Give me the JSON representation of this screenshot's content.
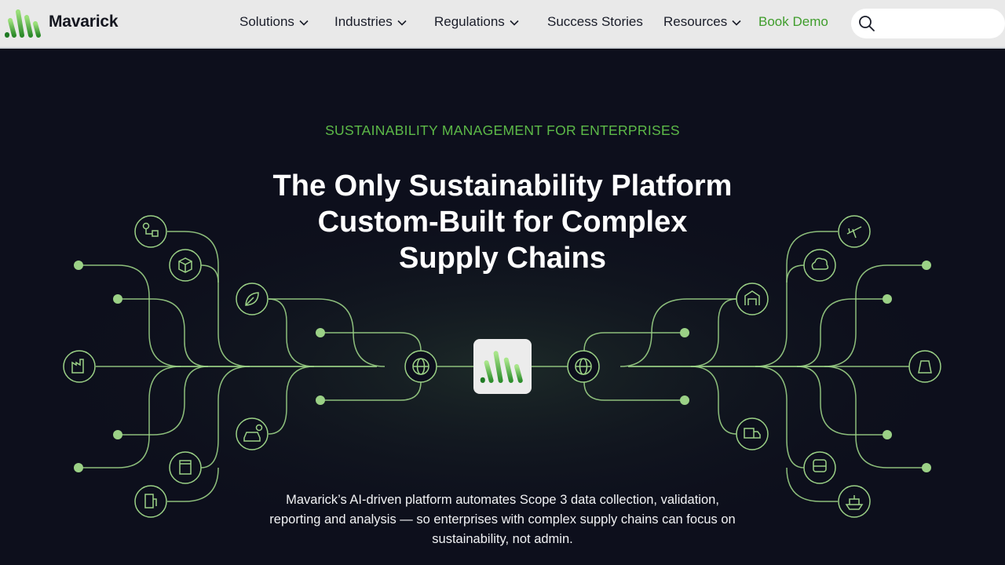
{
  "header": {
    "brand_name": "Mavarick",
    "nav": [
      {
        "label": "Solutions",
        "has_dropdown": true
      },
      {
        "label": "Industries",
        "has_dropdown": true
      },
      {
        "label": "Regulations",
        "has_dropdown": true
      },
      {
        "label": "Success Stories",
        "has_dropdown": false
      },
      {
        "label": "Resources",
        "has_dropdown": true
      }
    ],
    "cta_label": "Book Demo",
    "search": {
      "value": "",
      "placeholder": "",
      "icon": "search-icon"
    }
  },
  "hero": {
    "eyebrow": "SUSTAINABILITY MANAGEMENT FOR ENTERPRISES",
    "headline": "The Only Sustainability Platform Custom-Built for Complex Supply Chains",
    "description": "Mavarick’s AI-driven platform automates Scope 3 data collection, validation, reporting and analysis — so enterprises with complex supply chains can focus on sustainability, not admin."
  },
  "network_icons": {
    "left": [
      "supply-chain-icon",
      "package-icon",
      "leaf-icon",
      "factory-icon",
      "electric-car-icon",
      "prescription-icon",
      "fuel-pump-icon"
    ],
    "right": [
      "airplane-icon",
      "cloud-emissions-icon",
      "warehouse-icon",
      "power-plant-icon",
      "truck-icon",
      "train-icon",
      "ship-icon"
    ],
    "hubs": [
      "globe-icon",
      "globe-icon"
    ],
    "center": "mavarick-logo-icon"
  },
  "colors": {
    "brand_green": "#5dba48",
    "line_green": "#9bd186",
    "hero_background": "#0d0f1c",
    "nav_background": "#e9e9e9"
  }
}
